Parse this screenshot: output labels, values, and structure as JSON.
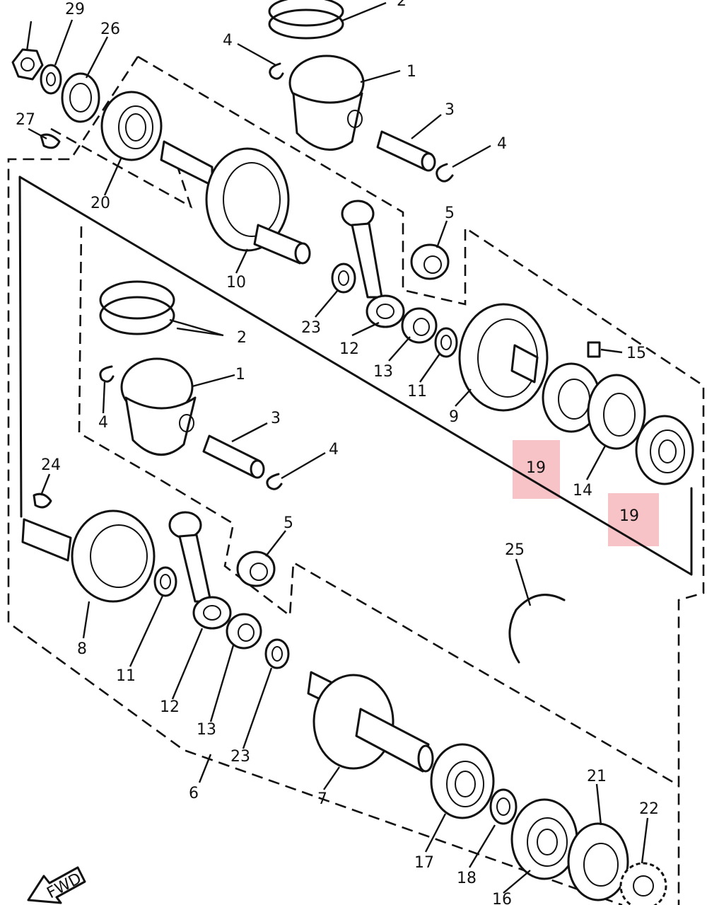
{
  "highlight_color": "#f7b8bd",
  "callouts": [
    {
      "label": "29"
    },
    {
      "label": "26"
    },
    {
      "label": "27"
    },
    {
      "label": "20"
    },
    {
      "label": "4"
    },
    {
      "label": "2"
    },
    {
      "label": "1"
    },
    {
      "label": "3"
    },
    {
      "label": "4"
    },
    {
      "label": "10"
    },
    {
      "label": "5"
    },
    {
      "label": "23"
    },
    {
      "label": "12"
    },
    {
      "label": "13"
    },
    {
      "label": "11"
    },
    {
      "label": "9"
    },
    {
      "label": "15"
    },
    {
      "label": "14"
    },
    {
      "label": "19"
    },
    {
      "label": "19"
    },
    {
      "label": "2"
    },
    {
      "label": "1"
    },
    {
      "label": "4"
    },
    {
      "label": "3"
    },
    {
      "label": "4"
    },
    {
      "label": "24"
    },
    {
      "label": "5"
    },
    {
      "label": "8"
    },
    {
      "label": "11"
    },
    {
      "label": "12"
    },
    {
      "label": "13"
    },
    {
      "label": "23"
    },
    {
      "label": "25"
    },
    {
      "label": "6"
    },
    {
      "label": "7"
    },
    {
      "label": "17"
    },
    {
      "label": "18"
    },
    {
      "label": "21"
    },
    {
      "label": "22"
    },
    {
      "label": "16"
    }
  ],
  "fwd_label": "FWD"
}
